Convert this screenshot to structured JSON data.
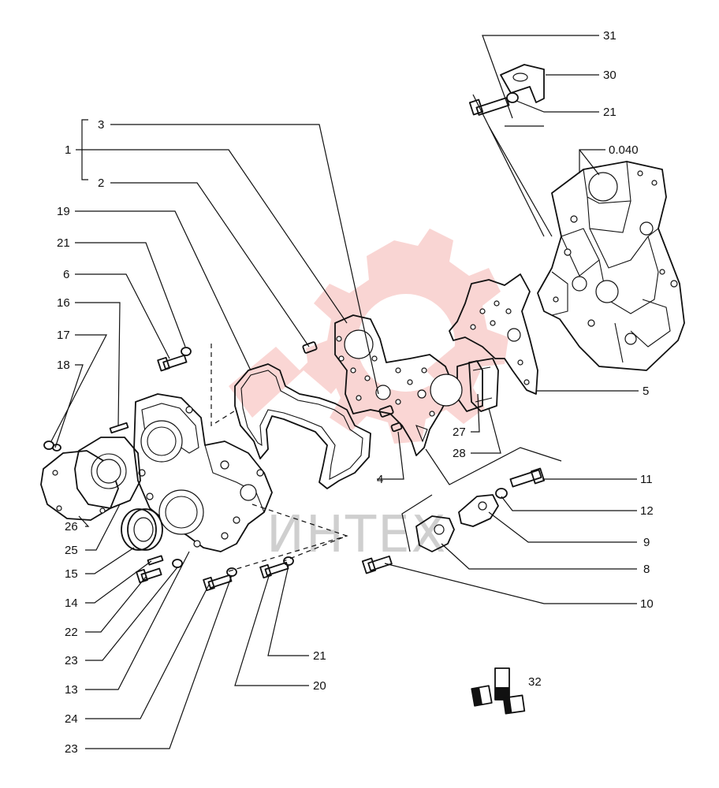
{
  "callout_color": "#111111",
  "watermark": {
    "text": "ИНТЕХ",
    "color": "#e8453c"
  },
  "callouts": [
    {
      "id": "c31",
      "label": "31"
    },
    {
      "id": "c30",
      "label": "30"
    },
    {
      "id": "c21a",
      "label": "21"
    },
    {
      "id": "c0040",
      "label": "0.040"
    },
    {
      "id": "c3",
      "label": "3"
    },
    {
      "id": "c1",
      "label": "1"
    },
    {
      "id": "c2",
      "label": "2"
    },
    {
      "id": "c19",
      "label": "19"
    },
    {
      "id": "c21b",
      "label": "21"
    },
    {
      "id": "c6",
      "label": "6"
    },
    {
      "id": "c16",
      "label": "16"
    },
    {
      "id": "c17",
      "label": "17"
    },
    {
      "id": "c18",
      "label": "18"
    },
    {
      "id": "c5",
      "label": "5"
    },
    {
      "id": "c27",
      "label": "27"
    },
    {
      "id": "c28",
      "label": "28"
    },
    {
      "id": "c4",
      "label": "4"
    },
    {
      "id": "c11",
      "label": "11"
    },
    {
      "id": "c12",
      "label": "12"
    },
    {
      "id": "c9",
      "label": "9"
    },
    {
      "id": "c8",
      "label": "8"
    },
    {
      "id": "c10",
      "label": "10"
    },
    {
      "id": "c26",
      "label": "26"
    },
    {
      "id": "c25",
      "label": "25"
    },
    {
      "id": "c15",
      "label": "15"
    },
    {
      "id": "c14",
      "label": "14"
    },
    {
      "id": "c22",
      "label": "22"
    },
    {
      "id": "c23a",
      "label": "23"
    },
    {
      "id": "c13",
      "label": "13"
    },
    {
      "id": "c24",
      "label": "24"
    },
    {
      "id": "c23b",
      "label": "23"
    },
    {
      "id": "c21c",
      "label": "21"
    },
    {
      "id": "c20",
      "label": "20"
    },
    {
      "id": "c32",
      "label": "32"
    }
  ]
}
